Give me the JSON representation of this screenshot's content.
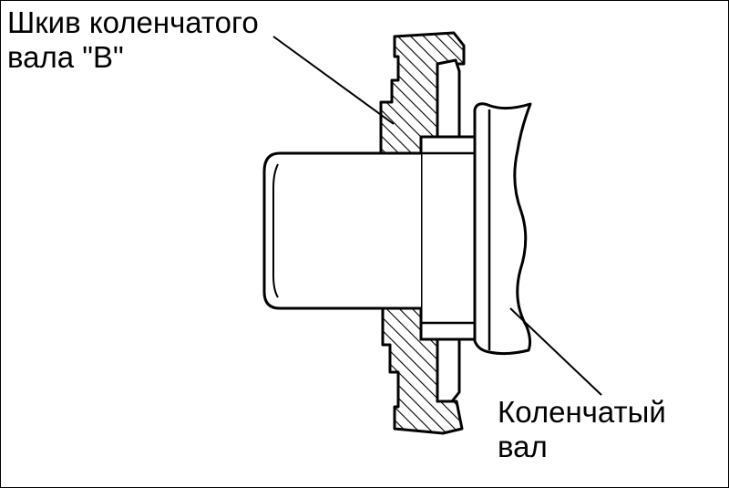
{
  "labels": {
    "pulley_line1": "Шкив коленчатого",
    "pulley_line2": "вала \"B\"",
    "crankshaft_line1": "Коленчатый",
    "crankshaft_line2": "вал"
  },
  "colors": {
    "ink": "#000000",
    "paper": "#ffffff"
  }
}
